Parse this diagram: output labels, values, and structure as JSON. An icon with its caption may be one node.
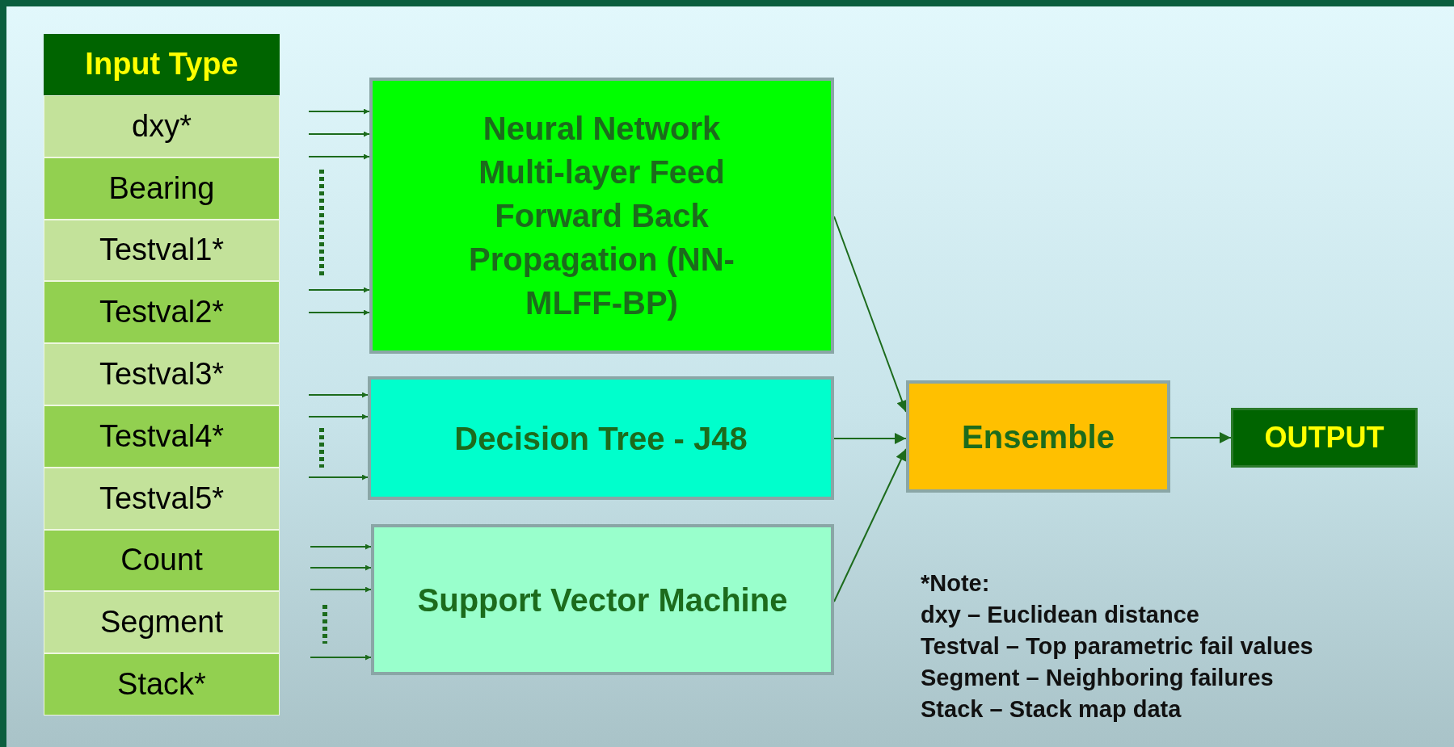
{
  "diagram": {
    "nodes": [
      {
        "text": [
          "Input Type"
        ]
      },
      {
        "text": [
          "dxy*"
        ]
      },
      {
        "text": [
          "Bearing"
        ]
      },
      {
        "text": [
          "Testval1*"
        ]
      },
      {
        "text": [
          "Testval2*"
        ]
      },
      {
        "text": [
          "Testval3*"
        ]
      },
      {
        "text": [
          "Testval4*"
        ]
      },
      {
        "text": [
          "Testval5*"
        ]
      },
      {
        "text": [
          "Count"
        ]
      },
      {
        "text": [
          "Segment"
        ]
      },
      {
        "text": [
          "Stack*"
        ]
      },
      {
        "text": [
          "Neural Network Multi-layer Feed Forward Back Propagation (NN-MLFF-BP)"
        ]
      },
      {
        "text": [
          "Decision Tree - J48"
        ]
      },
      {
        "text": [
          "Support Vector Machine"
        ]
      },
      {
        "text": [
          "Ensemble"
        ]
      },
      {
        "text": [
          "OUTPUT"
        ]
      }
    ],
    "edges": [
      {
        "from": null,
        "to": 11,
        "arrow": "to"
      },
      {
        "from": null,
        "to": 11,
        "arrow": "to"
      },
      {
        "from": null,
        "to": 11,
        "arrow": "to"
      },
      {
        "from": null,
        "to": 11,
        "arrow": "to"
      },
      {
        "from": null,
        "to": 11,
        "arrow": "to"
      },
      {
        "from": null,
        "to": 12,
        "arrow": "to"
      },
      {
        "from": null,
        "to": 12,
        "arrow": "to"
      },
      {
        "from": null,
        "to": 12,
        "arrow": "to"
      },
      {
        "from": null,
        "to": 13,
        "arrow": "to"
      },
      {
        "from": null,
        "to": 13,
        "arrow": "to"
      },
      {
        "from": null,
        "to": 13,
        "arrow": "to"
      },
      {
        "from": null,
        "to": 13,
        "arrow": "to"
      },
      {
        "from": 11,
        "to": 14,
        "arrow": "to"
      },
      {
        "from": 12,
        "to": 14,
        "arrow": "to"
      },
      {
        "from": 13,
        "to": 14,
        "arrow": "to"
      },
      {
        "from": 14,
        "to": 15,
        "arrow": "to"
      }
    ],
    "labels": [
      "*Note:",
      "dxy – Euclidean distance",
      "Testval – Top parametric fail values",
      "Segment – Neighboring failures",
      "Stack – Stack map data"
    ]
  }
}
